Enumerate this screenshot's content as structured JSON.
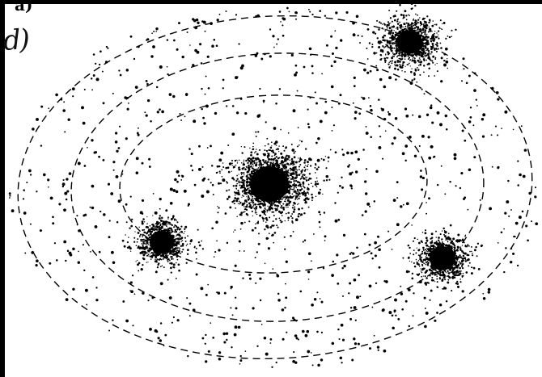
{
  "figure": {
    "panel_label": "d)",
    "corner_mark": "a)"
  },
  "colors": {
    "ink": "#000000",
    "paper": "#ffffff"
  },
  "scene": {
    "description_elements": [
      "outer-dashed-orbit",
      "middle-dashed-orbit",
      "inner-dashed-orbit",
      "central-cluster",
      "satellite-cluster"
    ]
  }
}
